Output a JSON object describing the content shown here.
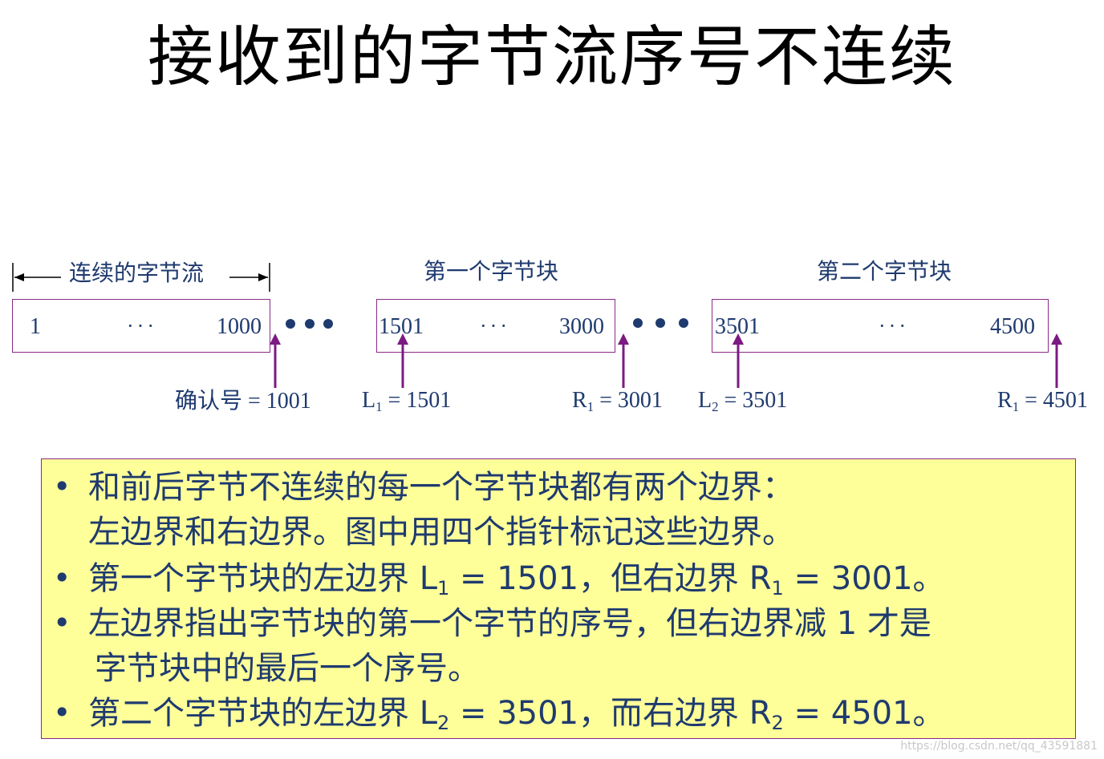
{
  "title": "接收到的字节流序号不连续",
  "ranges": {
    "continuous": "连续的字节流",
    "block1": "第一个字节块",
    "block2": "第二个字节块"
  },
  "boxes": [
    {
      "start": "1",
      "dots": "···",
      "end": "1000"
    },
    {
      "start": "1501",
      "dots": "···",
      "end": "3000"
    },
    {
      "start": "3501",
      "dots": "···",
      "end": "4500"
    }
  ],
  "pointers": {
    "ack": {
      "name": "确认号",
      "value": "= 1001"
    },
    "l1": {
      "letter": "L",
      "sub": "1",
      "value": "= 1501"
    },
    "r1": {
      "letter": "R",
      "sub": "1",
      "value": "= 3001"
    },
    "l2": {
      "letter": "L",
      "sub": "2",
      "value": "= 3501"
    },
    "r2": {
      "letter": "R",
      "sub": "1",
      "value": "= 4501"
    }
  },
  "notes": {
    "b1_line1": "和前后字节不连续的每一个字节块都有两个边界：",
    "b1_line2": "左边界和右边界。图中用四个指针标记这些边界。",
    "b2_pre": "第一个字节块的左边界 L",
    "b2_sub1": "1",
    "b2_mid": " = 1501，但右边界 R",
    "b2_sub2": "1",
    "b2_post": " = 3001。",
    "b3_line1": "左边界指出字节块的第一个字节的序号，但右边界减 1 才是",
    "b3_line2": "字节块中的最后一个序号。",
    "b4_pre": "第二个字节块的左边界 L",
    "b4_sub1": "2",
    "b4_mid": " = 3501，而右边界 R",
    "b4_sub2": "2",
    "b4_post": " = 4501。"
  },
  "bullet": "•",
  "watermark": "https://blog.csdn.net/qq_43591881",
  "colors": {
    "text": "#1f3a6e",
    "border": "#8a2b8a",
    "arrow": "#7b1a80",
    "note_bg": "#ffff99"
  }
}
